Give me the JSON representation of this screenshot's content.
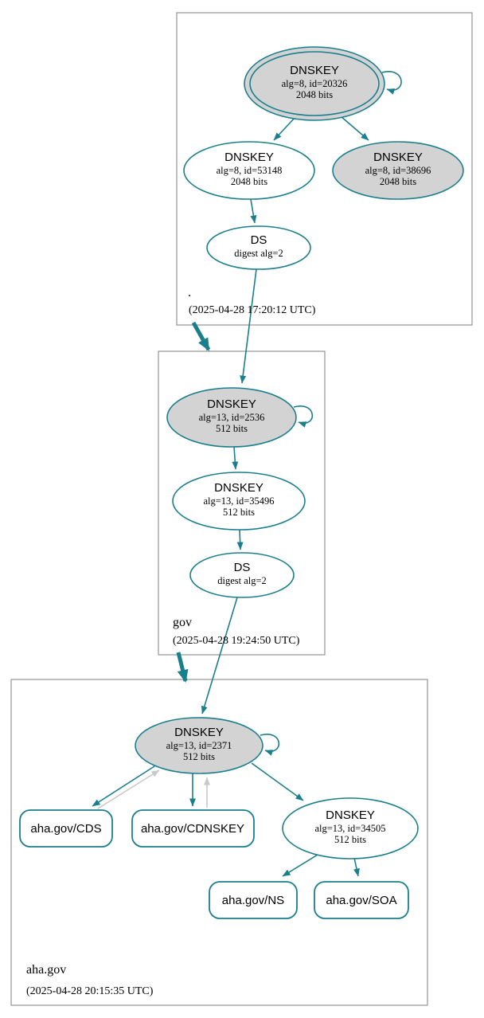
{
  "colors": {
    "edge_secure_teal": "#1a7f8d",
    "edge_warning_gray": "#c9c9c9",
    "node_fill_gray": "#d3d3d3",
    "node_fill_white": "#ffffff",
    "zone_border_gray": "#7f7f7f"
  },
  "zones": {
    "root": {
      "label": ".",
      "timestamp": "(2025-04-28 17:20:12 UTC)"
    },
    "gov": {
      "label": "gov",
      "timestamp": "(2025-04-28 19:24:50 UTC)"
    },
    "aha_gov": {
      "label": "aha.gov",
      "timestamp": "(2025-04-28 20:15:35 UTC)"
    }
  },
  "nodes": {
    "root_ksk": {
      "type": "DNSKEY",
      "detail": "alg=8, id=20326",
      "bits": "2048 bits"
    },
    "root_zsk": {
      "type": "DNSKEY",
      "detail": "alg=8, id=53148",
      "bits": "2048 bits"
    },
    "root_key_38696": {
      "type": "DNSKEY",
      "detail": "alg=8, id=38696",
      "bits": "2048 bits"
    },
    "root_ds": {
      "type": "DS",
      "detail": "digest alg=2"
    },
    "gov_ksk": {
      "type": "DNSKEY",
      "detail": "alg=13, id=2536",
      "bits": "512 bits"
    },
    "gov_zsk": {
      "type": "DNSKEY",
      "detail": "alg=13, id=35496",
      "bits": "512 bits"
    },
    "gov_ds": {
      "type": "DS",
      "detail": "digest alg=2"
    },
    "aha_ksk": {
      "type": "DNSKEY",
      "detail": "alg=13, id=2371",
      "bits": "512 bits"
    },
    "aha_zsk": {
      "type": "DNSKEY",
      "detail": "alg=13, id=34505",
      "bits": "512 bits"
    },
    "aha_cds": {
      "label": "aha.gov/CDS"
    },
    "aha_cdnskey": {
      "label": "aha.gov/CDNSKEY"
    },
    "aha_ns": {
      "label": "aha.gov/NS"
    },
    "aha_soa": {
      "label": "aha.gov/SOA"
    }
  }
}
